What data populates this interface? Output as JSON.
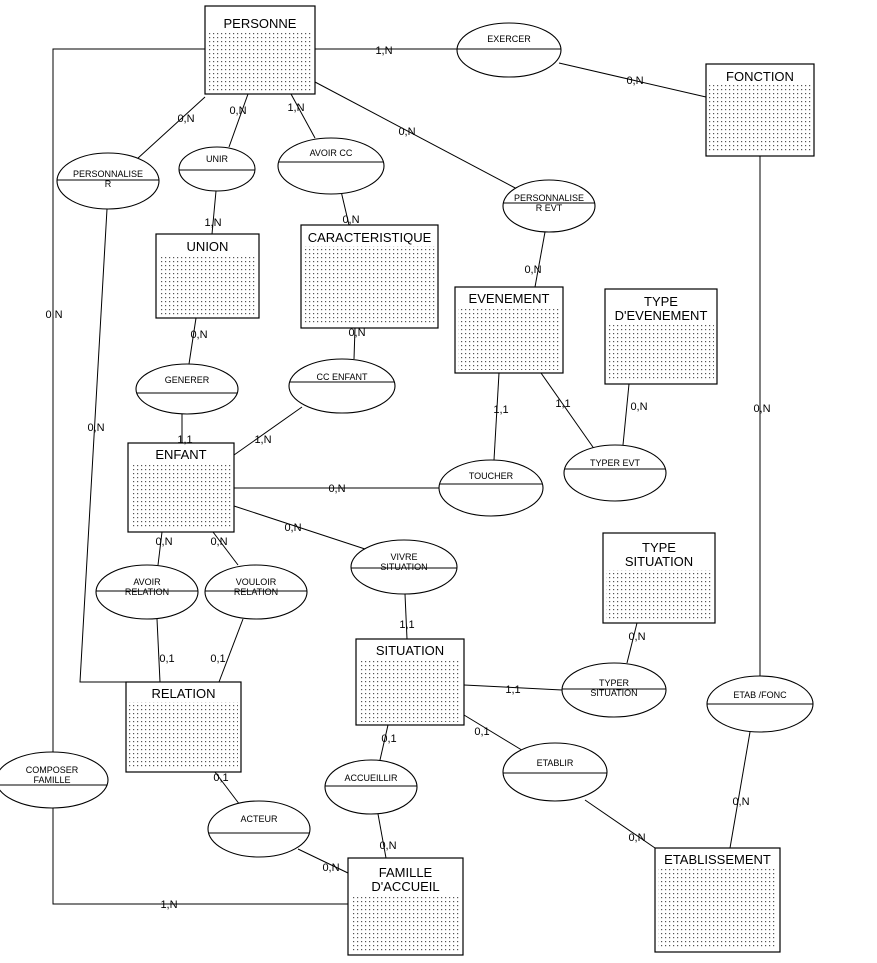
{
  "entities": [
    {
      "id": "personne",
      "name": [
        "PERSONNE"
      ]
    },
    {
      "id": "fonction",
      "name": [
        "FONCTION"
      ]
    },
    {
      "id": "union",
      "name": [
        "UNION"
      ]
    },
    {
      "id": "caracteristique",
      "name": [
        "CARACTERISTIQUE"
      ]
    },
    {
      "id": "evenement",
      "name": [
        "EVENEMENT"
      ]
    },
    {
      "id": "type-evenement",
      "name": [
        "TYPE",
        "D'EVENEMENT"
      ]
    },
    {
      "id": "enfant",
      "name": [
        "ENFANT"
      ]
    },
    {
      "id": "type-situation",
      "name": [
        "TYPE",
        "SITUATION"
      ]
    },
    {
      "id": "situation",
      "name": [
        "SITUATION"
      ]
    },
    {
      "id": "relation",
      "name": [
        "RELATION"
      ]
    },
    {
      "id": "famille-accueil",
      "name": [
        "FAMILLE",
        "D'ACCUEIL"
      ]
    },
    {
      "id": "etablissement",
      "name": [
        "ETABLISSEMENT"
      ]
    }
  ],
  "associations": [
    {
      "id": "exercer",
      "name": [
        "EXERCER"
      ]
    },
    {
      "id": "personnaliser",
      "name": [
        "PERSONNALISE",
        "R"
      ]
    },
    {
      "id": "unir",
      "name": [
        "UNIR"
      ]
    },
    {
      "id": "avoir-cc",
      "name": [
        "AVOIR CC"
      ]
    },
    {
      "id": "personnaliser-evt",
      "name": [
        "PERSONNALISE",
        "R EVT"
      ]
    },
    {
      "id": "generer",
      "name": [
        "GENERER"
      ]
    },
    {
      "id": "cc-enfant",
      "name": [
        "CC ENFANT"
      ]
    },
    {
      "id": "toucher",
      "name": [
        "TOUCHER"
      ]
    },
    {
      "id": "typer-evt",
      "name": [
        "TYPER EVT"
      ]
    },
    {
      "id": "vivre-situation",
      "name": [
        "VIVRE",
        "SITUATION"
      ]
    },
    {
      "id": "avoir-relation",
      "name": [
        "AVOIR",
        "RELATION"
      ]
    },
    {
      "id": "vouloir-relation",
      "name": [
        "VOULOIR",
        "RELATION"
      ]
    },
    {
      "id": "typer-situation",
      "name": [
        "TYPER",
        "SITUATION"
      ]
    },
    {
      "id": "etab-fonc",
      "name": [
        "ETAB /FONC"
      ]
    },
    {
      "id": "composer-famille",
      "name": [
        "COMPOSER",
        "FAMILLE"
      ]
    },
    {
      "id": "accueillir",
      "name": [
        "ACCUEILLIR"
      ]
    },
    {
      "id": "etablir",
      "name": [
        "ETABLIR"
      ]
    },
    {
      "id": "acteur",
      "name": [
        "ACTEUR"
      ]
    }
  ],
  "cardinalities": [
    {
      "id": "personne-exercer",
      "text": "1,N"
    },
    {
      "id": "fonction-exercer",
      "text": "0,N"
    },
    {
      "id": "personne-personnaliser",
      "text": "0,N"
    },
    {
      "id": "personne-unir",
      "text": "0,N"
    },
    {
      "id": "personne-avoir-cc",
      "text": "1,N"
    },
    {
      "id": "personne-personnaliser-evt",
      "text": "0,N"
    },
    {
      "id": "union-unir",
      "text": "1,N"
    },
    {
      "id": "caracteristique-avoir-cc",
      "text": "0,N"
    },
    {
      "id": "evenement-personnaliser-evt",
      "text": "0,N"
    },
    {
      "id": "personne-composer-famille",
      "text": "0,N"
    },
    {
      "id": "union-generer",
      "text": "0,N"
    },
    {
      "id": "caracteristique-cc-enfant",
      "text": "0,N"
    },
    {
      "id": "relation-personnaliser",
      "text": "0,N"
    },
    {
      "id": "evenement-toucher",
      "text": "1,1"
    },
    {
      "id": "evenement-typer-evt",
      "text": "1,1"
    },
    {
      "id": "type-evenement-typer-evt",
      "text": "0,N"
    },
    {
      "id": "fonction-etab-fonc",
      "text": "0,N"
    },
    {
      "id": "enfant-generer",
      "text": "1,1"
    },
    {
      "id": "enfant-cc-enfant",
      "text": "1,N"
    },
    {
      "id": "enfant-toucher",
      "text": "0,N"
    },
    {
      "id": "enfant-vivre-situation",
      "text": "0,N"
    },
    {
      "id": "enfant-avoir-relation",
      "text": "0,N"
    },
    {
      "id": "enfant-vouloir-relation",
      "text": "0,N"
    },
    {
      "id": "situation-vivre-situation",
      "text": "1,1"
    },
    {
      "id": "type-situation-typer-situation",
      "text": "0,N"
    },
    {
      "id": "relation-avoir-relation",
      "text": "0,1"
    },
    {
      "id": "relation-vouloir-relation",
      "text": "0,1"
    },
    {
      "id": "situation-typer-situation",
      "text": "1,1"
    },
    {
      "id": "situation-accueillir",
      "text": "0,1"
    },
    {
      "id": "situation-etablir",
      "text": "0,1"
    },
    {
      "id": "relation-acteur",
      "text": "0,1"
    },
    {
      "id": "etablissement-etab-fonc",
      "text": "0,N"
    },
    {
      "id": "famille-accueil-accueillir",
      "text": "0,N"
    },
    {
      "id": "etablissement-etablir",
      "text": "0,N"
    },
    {
      "id": "famille-accueil-acteur",
      "text": "0,N"
    },
    {
      "id": "famille-accueil-composer-famille",
      "text": "1,N"
    }
  ],
  "colors": {
    "line": "#000000",
    "stipple": "#555555",
    "background": "#ffffff"
  }
}
